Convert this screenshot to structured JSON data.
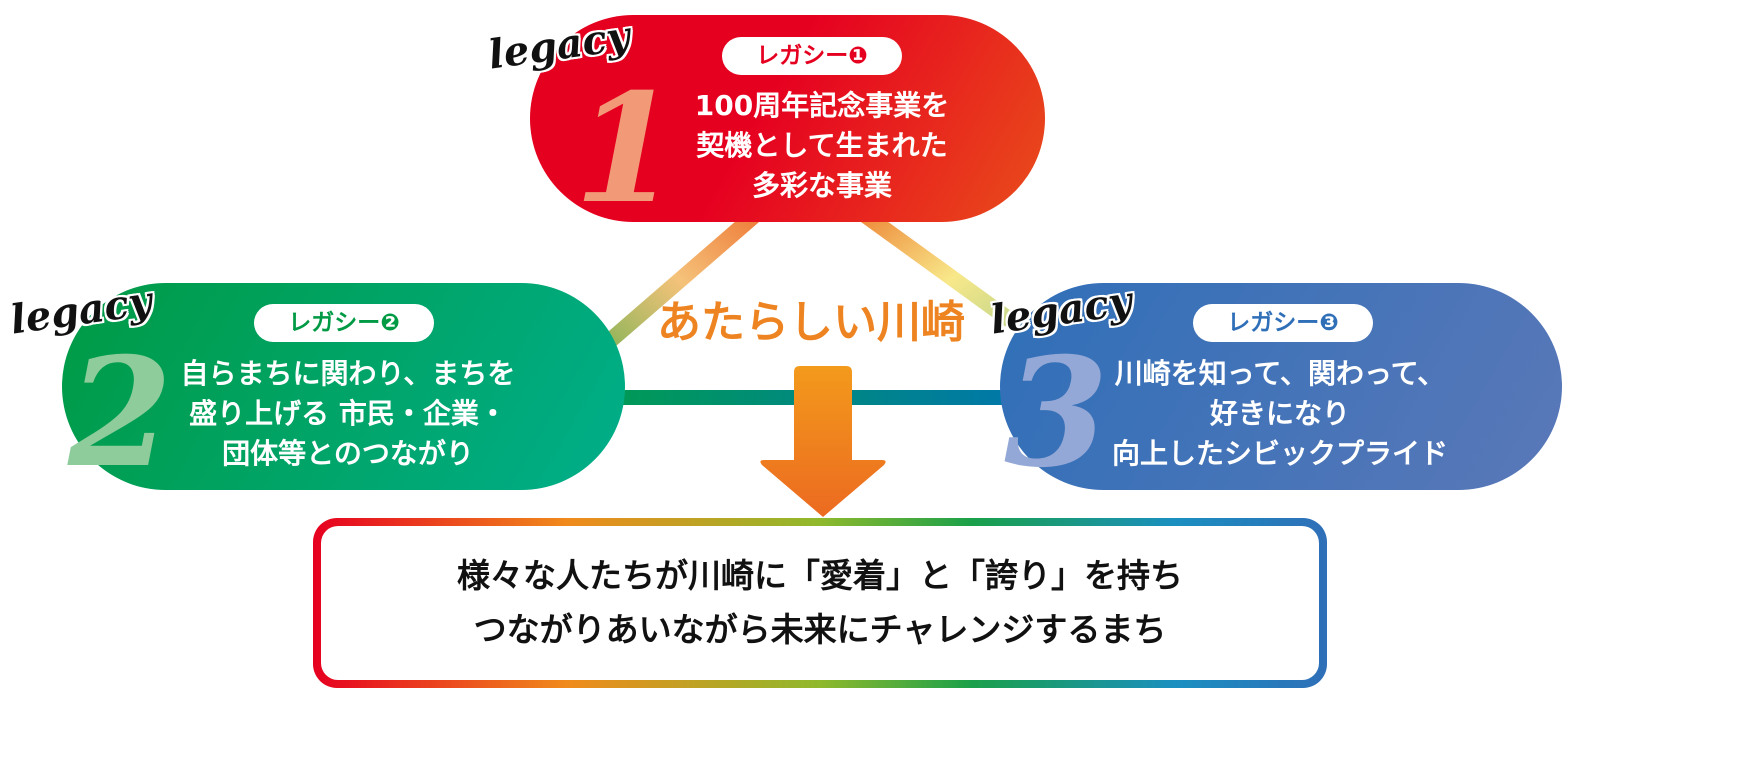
{
  "center_title": "あたらしい川崎",
  "legacies": [
    {
      "script_label": "legacy",
      "number": "1",
      "badge": "レガシー❶",
      "lines": [
        "100周年記念事業を",
        "契機として生まれた",
        "多彩な事業"
      ],
      "color": "#e60020"
    },
    {
      "script_label": "legacy",
      "number": "2",
      "badge": "レガシー❷",
      "lines": [
        "自らまちに関わり、まちを",
        "盛り上げる 市民・企業・",
        "団体等とのつながり"
      ],
      "color": "#009a44"
    },
    {
      "script_label": "legacy",
      "number": "3",
      "badge": "レガシー❸",
      "lines": [
        "川崎を知って、関わって、",
        "好きになり",
        "向上したシビックプライド"
      ],
      "color": "#2f6fb8"
    }
  ],
  "vision": {
    "lines": [
      "様々な人たちが川崎に「愛着」と「誇り」を持ち",
      "つながりあいながら未来にチャレンジするまち"
    ]
  }
}
